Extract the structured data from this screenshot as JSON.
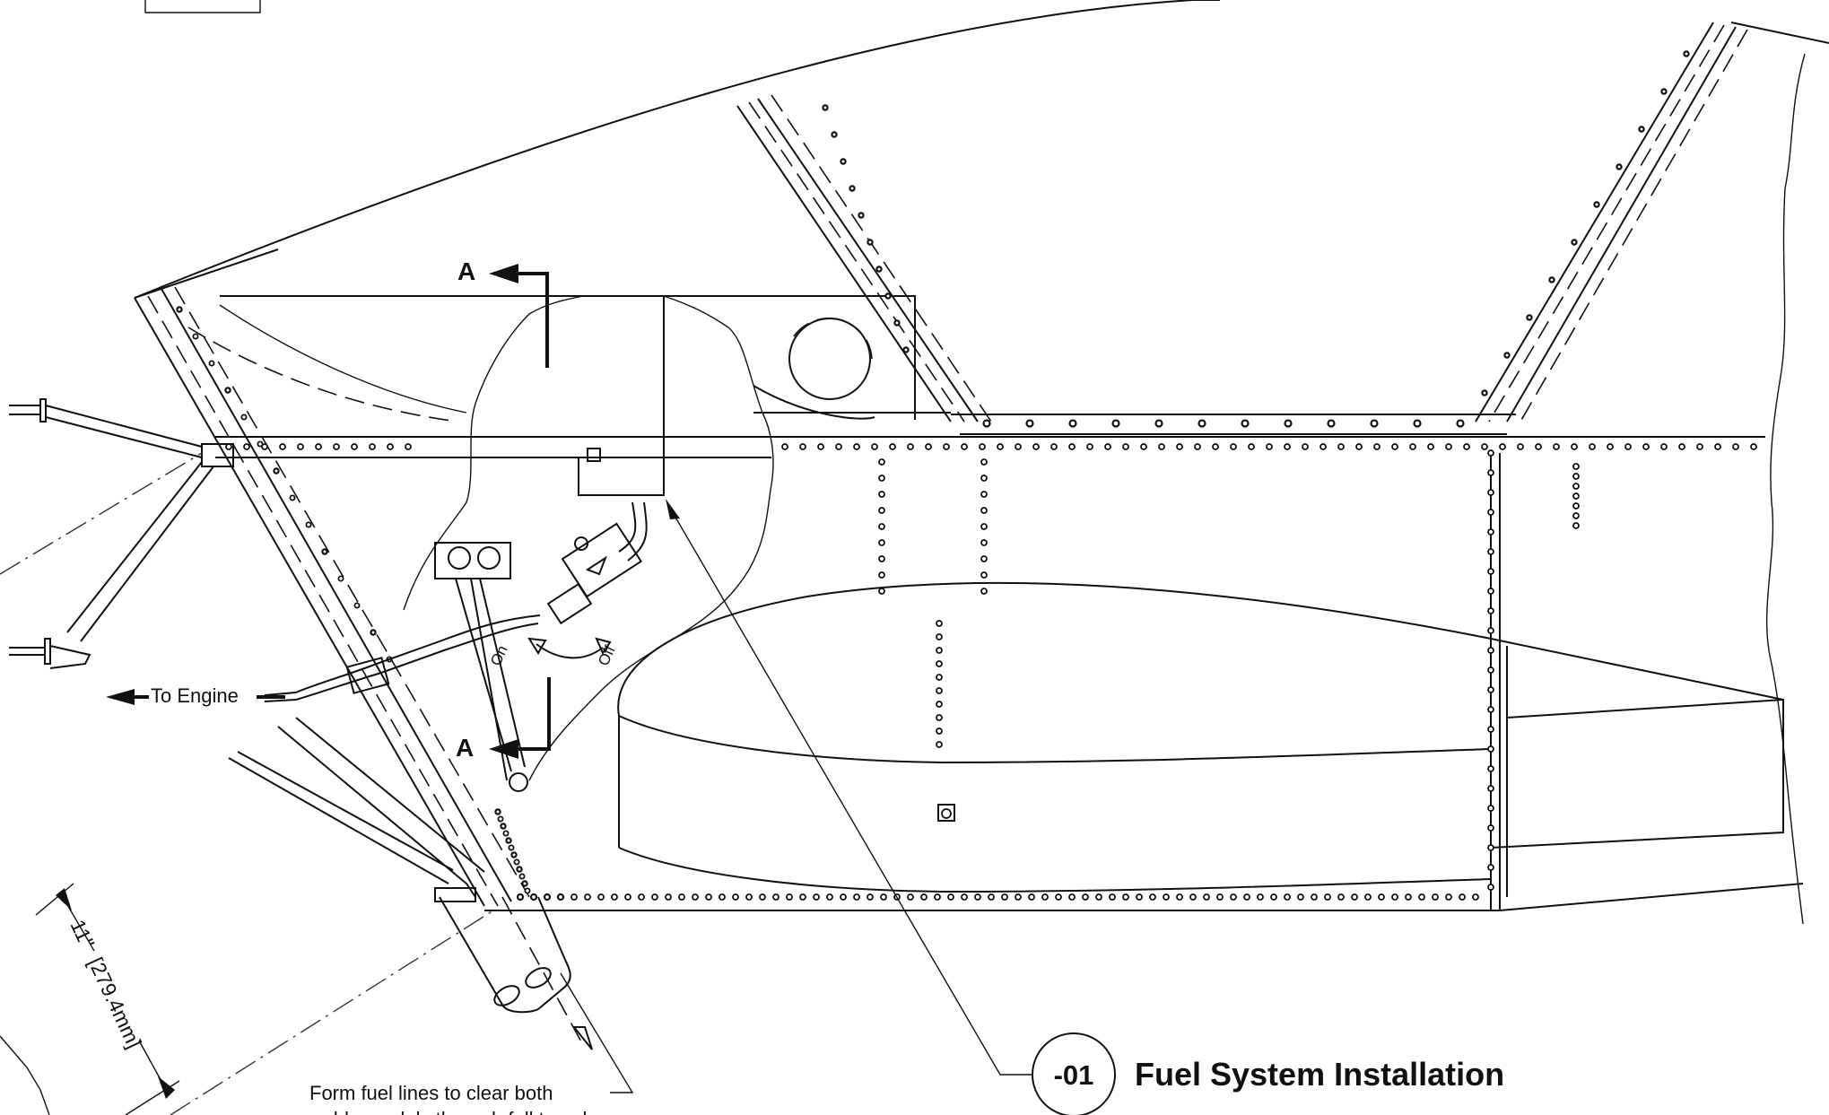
{
  "section_marks": {
    "top": "A",
    "bottom": "A"
  },
  "valve_labels": {
    "on": "On",
    "off": "Off"
  },
  "dimension": {
    "imperial": "11\"",
    "metric": "[279.4mm]"
  },
  "callouts": {
    "to_engine": "To Engine",
    "fuel_lines_line1": "Form fuel lines to clear both",
    "fuel_lines_line2": "rudder pedals through full travel"
  },
  "title_block": {
    "part_number": "-01",
    "title": "Fuel System Installation"
  }
}
